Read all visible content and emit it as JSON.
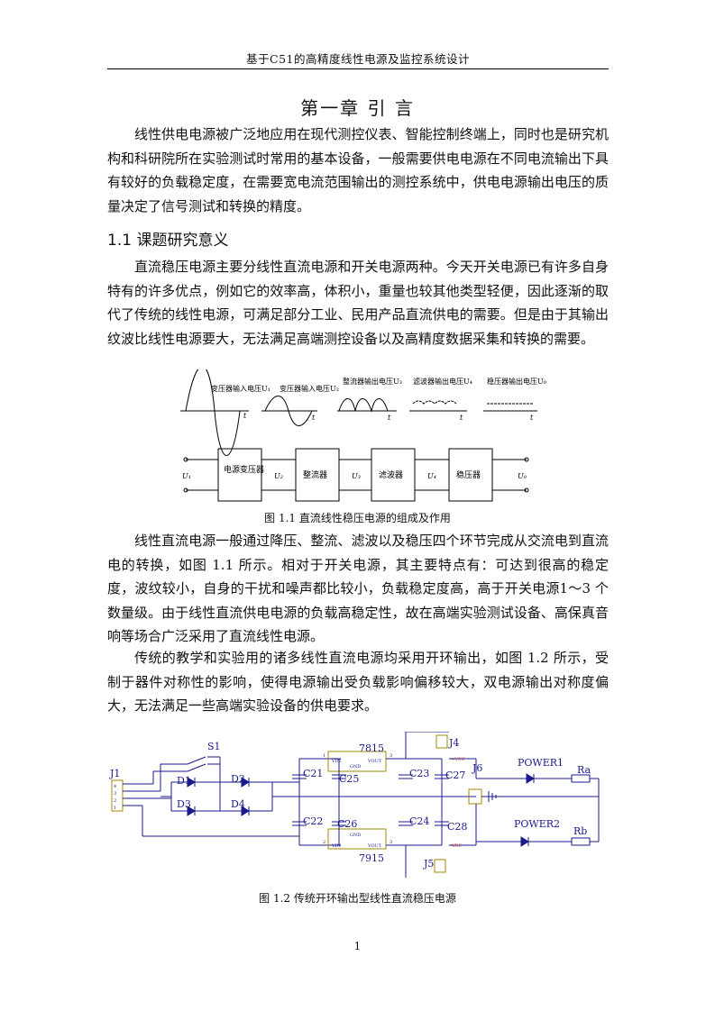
{
  "header": "基于C51的高精度线性电源及监控系统设计",
  "chapter_title": "第一章 引 言",
  "para1": "线性供电电源被广泛地应用在现代测控仪表、智能控制终端上，同时也是研究机构和科研院所在实验测试时常用的基本设备，一般需要供电电源在不同电流输出下具有较好的负载稳定度，在需要宽电流范围输出的测控系统中，供电电源输出电压的质量决定了信号测试和转换的精度。",
  "section_title": "1.1  课题研究意义",
  "para2": "直流稳压电源主要分线性直流电源和开关电源两种。今天开关电源已有许多自身特有的许多优点，例如它的效率高，体积小，重量也较其他类型轻便，因此逐渐的取代了传统的线性电源，可满足部分工业、民用产品直流供电的需要。但是由于其输出纹波比线性电源要大，无法满足高端测控设备以及高精度数据采集和转换的需要。",
  "fig1": {
    "caption": "图 1.1  直流线性稳压电源的组成及作用",
    "wave_labels": [
      "变压器输入电压U₁",
      "变压器输入电压U₂",
      "整流器输出电压U₃",
      "滤波器输出电压U₄",
      "稳压器输出电压U₀"
    ],
    "t_label": "t",
    "blocks": [
      "电源变压器",
      "整流器",
      "滤波器",
      "稳压器"
    ],
    "node_labels": [
      "U₁",
      "U₂",
      "U₃",
      "U₄",
      "U₀"
    ]
  },
  "para3": "线性直流电源一般通过降压、整流、滤波以及稳压四个环节完成从交流电到直流电的转换，如图 1.1 所示。相对于开关电源，其主要特点有：可达到很高的稳定度，波纹较小，自身的干扰和噪声都比较小，负载稳定度高，高于开关电源1～3 个数量级。由于线性直流供电电源的负载高稳定性，故在高端实验测试设备、高保真音响等场合广泛采用了直流线性电源。",
  "para4": "传统的教学和实验用的诸多线性直流电源均采用开环输出，如图 1.2 所示，受制于器件对称性的影响，使得电源输出受负载影响偏移较大，双电源输出对称度偏大，无法满足一些高端实验设备的供电要求。",
  "fig2": {
    "caption": "图 1.2  传统开环输出型线性直流稳压电源",
    "labels": {
      "s1": "S1",
      "j1": "J1",
      "d1": "D1",
      "d2": "D2",
      "d3": "D3",
      "d4": "D4",
      "c21": "C21",
      "c22": "C22",
      "c25": "C25",
      "c26": "C26",
      "c23": "C23",
      "c24": "C24",
      "c27": "C27",
      "c28": "C28",
      "u7815": "7815",
      "u7915": "7915",
      "j4": "J4",
      "j5": "J5",
      "j6": "J6",
      "power1": "POWER1",
      "power2": "POWER2",
      "ra": "Ra",
      "rb": "Rb",
      "vin": "VIN",
      "vout": "VOUT",
      "gnd": "GND",
      "pvcc": "+VCC",
      "nvee": "-VEE",
      "pin1": "1",
      "pin2": "2",
      "pin3": "3",
      "j1_pins": [
        "4",
        "3",
        "2",
        "1"
      ]
    }
  },
  "page_number": "1"
}
